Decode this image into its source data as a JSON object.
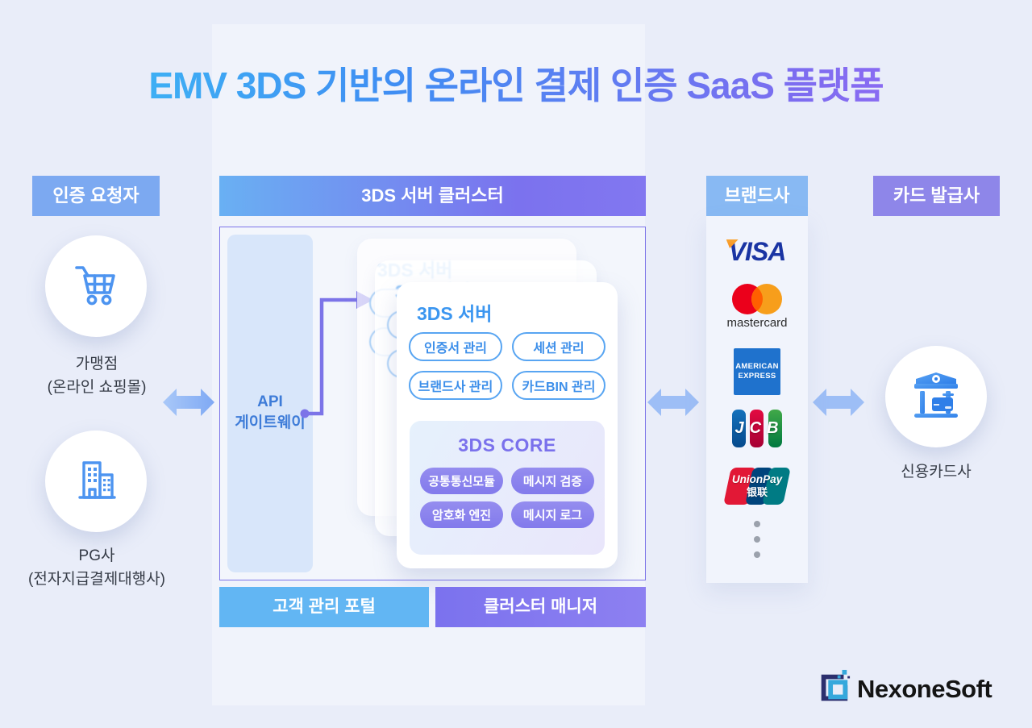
{
  "title": "EMV 3DS 기반의 온라인 결제 인증 SaaS 플랫폼",
  "requesters": {
    "header": "인증 요청자",
    "merchant": {
      "label1": "가맹점",
      "label2": "(온라인 쇼핑몰)",
      "icon": "cart-icon"
    },
    "pg": {
      "label1": "PG사",
      "label2": "(전자지급결제대행사)",
      "icon": "building-icon"
    }
  },
  "cluster": {
    "header": "3DS 서버 클러스터",
    "api_gateway_line1": "API",
    "api_gateway_line2": "게이트웨이",
    "server_title": "3DS 서버",
    "server_pills": [
      "인증서 관리",
      "세션 관리",
      "브랜드사 관리",
      "카드BIN 관리"
    ],
    "core_title": "3DS CORE",
    "core_pills": [
      "공통통신모듈",
      "메시지 검증",
      "암호화 엔진",
      "메시지 로그"
    ],
    "portal_label": "고객 관리 포털",
    "manager_label": "클러스터 매니저"
  },
  "brands": {
    "header": "브랜드사",
    "visa_text": "VISA",
    "mastercard_text": "mastercard",
    "amex_line1": "AMERICAN",
    "amex_line2": "EXPRESS",
    "jcb_text": "JCB",
    "unionpay_line1": "UnionPay",
    "unionpay_line2": "银联"
  },
  "issuer": {
    "header": "카드 발급사",
    "bank_label": "신용카드사"
  },
  "footer_logo_text": "NexoneSoft",
  "colors": {
    "background": "#E9EDF9",
    "title_gradient_start": "#3EC3F4",
    "title_gradient_end": "#9E69F6",
    "header_blue": "#7CA9F1",
    "header_gradient_purple": "#7B72EE",
    "outline_pill_blue": "#58A5F2",
    "core_pill_purple": "#8D84ED",
    "icon_blue": "#4D94F0",
    "visa_navy": "#1A34A3",
    "mastercard_red": "#EB001B",
    "mastercard_orange": "#F79E1B",
    "amex_blue": "#1F72CD",
    "unionpay_red": "#E21836",
    "unionpay_blue": "#00447C",
    "unionpay_teal": "#007B84"
  }
}
